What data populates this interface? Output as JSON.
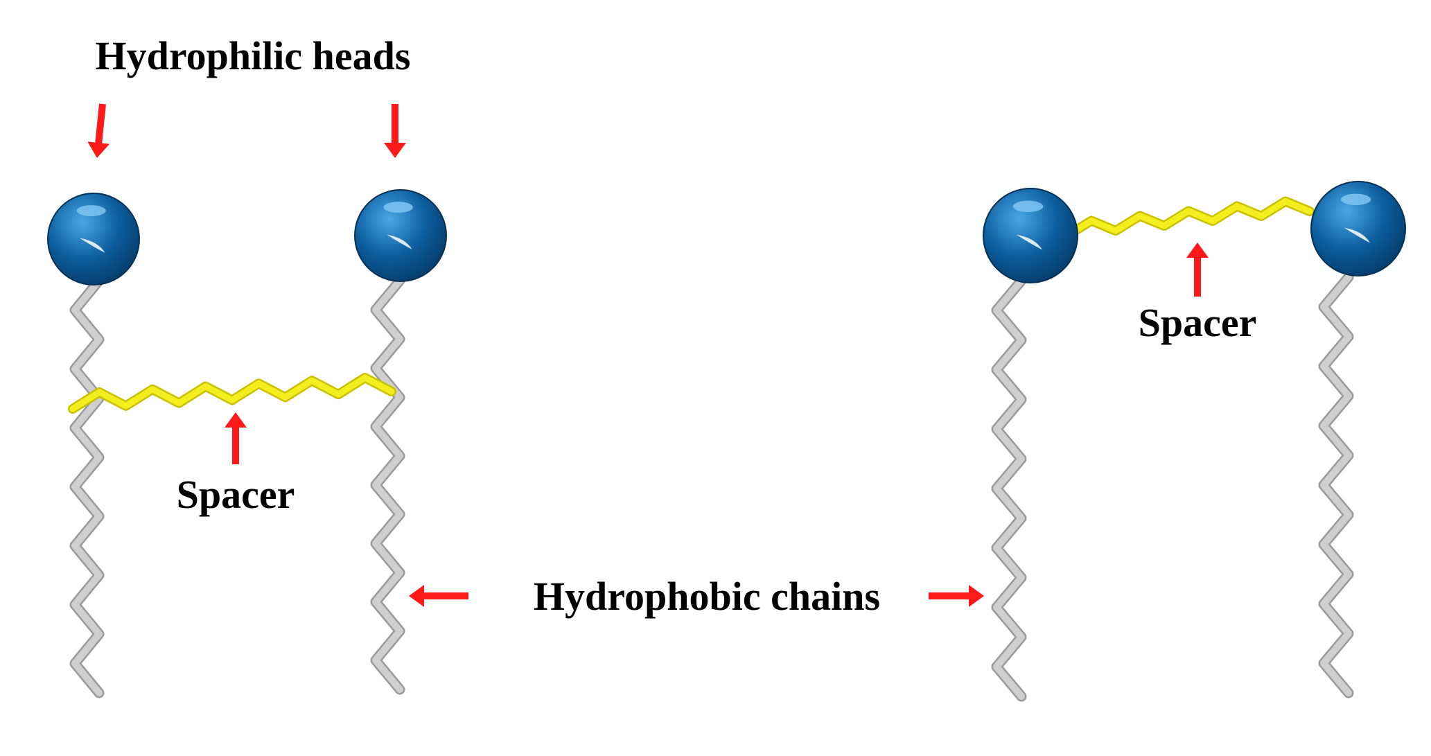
{
  "labels": {
    "hydrophilic_heads": "Hydrophilic heads",
    "spacer_left": "Spacer",
    "spacer_right": "Spacer",
    "hydrophobic_chains": "Hydrophobic chains"
  },
  "colors": {
    "head": "#0b5c9c",
    "head_highlight": "#7fc6f2",
    "chain": "#cfcfcf",
    "chain_outline": "#9a9a9a",
    "spacer": "#f5ee1e",
    "spacer_outline": "#c9c100",
    "arrow": "#ff1a1a",
    "text": "#000000"
  }
}
